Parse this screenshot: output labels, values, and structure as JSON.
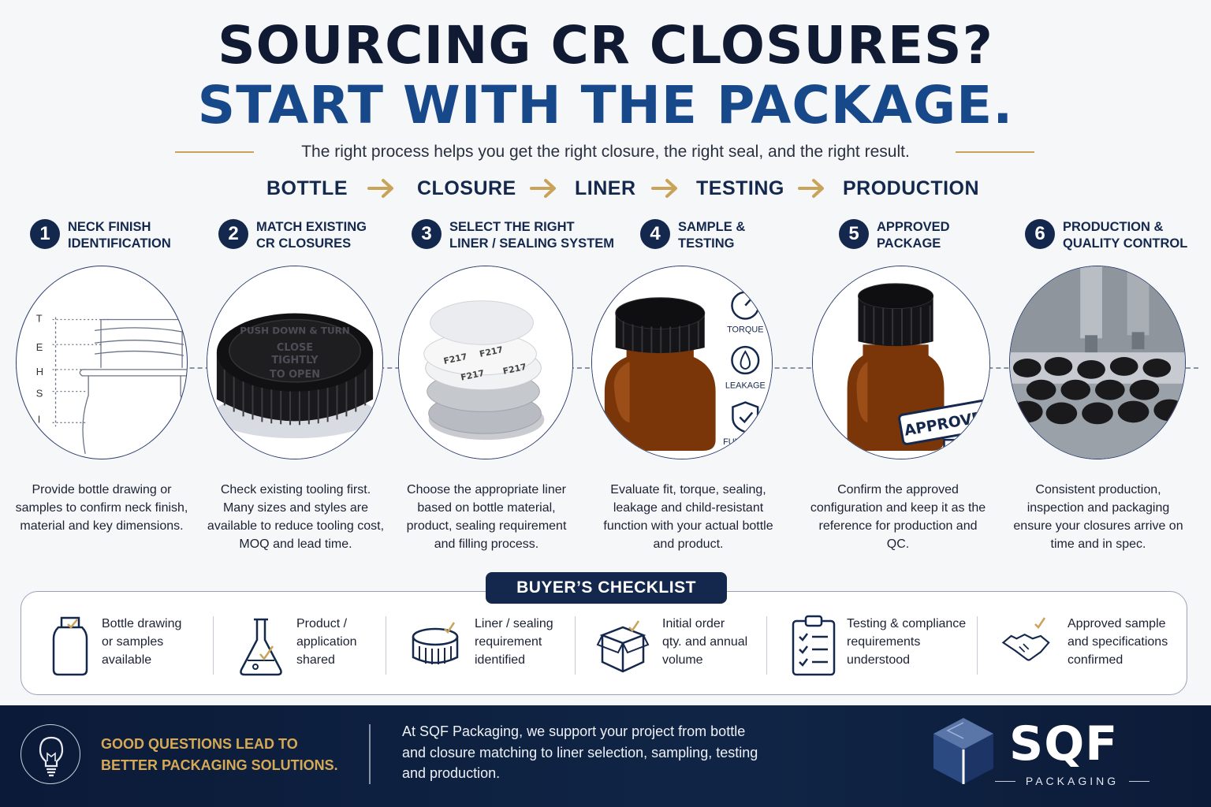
{
  "headline": {
    "line1": "SOURCING CR CLOSURES?",
    "line2": "START WITH THE PACKAGE.",
    "subtitle": "The right process helps you get the right closure, the right seal, and the right result."
  },
  "flow": [
    "BOTTLE",
    "CLOSURE",
    "LINER",
    "TESTING",
    "PRODUCTION"
  ],
  "steps": [
    {
      "num": "1",
      "title": "NECK FINISH\nIDENTIFICATION",
      "desc": "Provide bottle drawing or samples to confirm neck finish, material and key dimensions."
    },
    {
      "num": "2",
      "title": "MATCH EXISTING\nCR CLOSURES",
      "desc": "Check existing tooling first. Many sizes and styles are available to reduce tooling cost, MOQ and lead time."
    },
    {
      "num": "3",
      "title": "SELECT THE RIGHT\nLINER / SEALING SYSTEM",
      "desc": "Choose the appropriate liner based on bottle material, product, sealing requirement and filling process."
    },
    {
      "num": "4",
      "title": "SAMPLE &\nTESTING",
      "desc": "Evaluate fit, torque, sealing, leakage and child-resistant function with your actual bottle and product."
    },
    {
      "num": "5",
      "title": "APPROVED\nPACKAGE",
      "desc": "Confirm the approved configuration and keep it as the reference for production and QC."
    },
    {
      "num": "6",
      "title": "PRODUCTION &\nQUALITY CONTROL",
      "desc": "Consistent production, inspection and packaging ensure your closures arrive on time and in spec."
    }
  ],
  "illustrations": {
    "neck_letters": [
      "T",
      "E",
      "H",
      "S",
      "I"
    ],
    "cap_text": {
      "top": "PUSH DOWN & TURN",
      "middle1": "CLOSE",
      "middle2": "TIGHTLY",
      "bottom": "TO OPEN"
    },
    "liner_code": "F217",
    "test_labels": [
      "TORQUE",
      "LEAKAGE",
      "FUNCTION"
    ],
    "approved_stamp": "APPROVED"
  },
  "checklist": {
    "title": "BUYER’S CHECKLIST",
    "items": [
      {
        "icon": "bottle-icon",
        "text": "Bottle drawing\nor samples\navailable"
      },
      {
        "icon": "flask-icon",
        "text": "Product /\napplication\nshared"
      },
      {
        "icon": "cap-liner-icon",
        "text": "Liner / sealing\nrequirement\nidentified"
      },
      {
        "icon": "box-icon",
        "text": "Initial order\nqty. and annual\nvolume"
      },
      {
        "icon": "clipboard-icon",
        "text": "Testing & compliance\nrequirements\nunderstood"
      },
      {
        "icon": "handshake-icon",
        "text": "Approved sample\nand specifications\nconfirmed"
      }
    ]
  },
  "footer": {
    "icon": "lightbulb-icon",
    "cta": "GOOD QUESTIONS LEAD TO\nBETTER PACKAGING SOLUTIONS.",
    "text": "At SQF Packaging, we support your project from bottle and closure matching to liner selection, sampling, testing and production.",
    "logo_word": "SQF",
    "logo_sub": "PACKAGING"
  },
  "colors": {
    "navy": "#14284e",
    "blue": "#17488a",
    "gold": "#c9a35a",
    "amber": "#8a3f0c"
  }
}
